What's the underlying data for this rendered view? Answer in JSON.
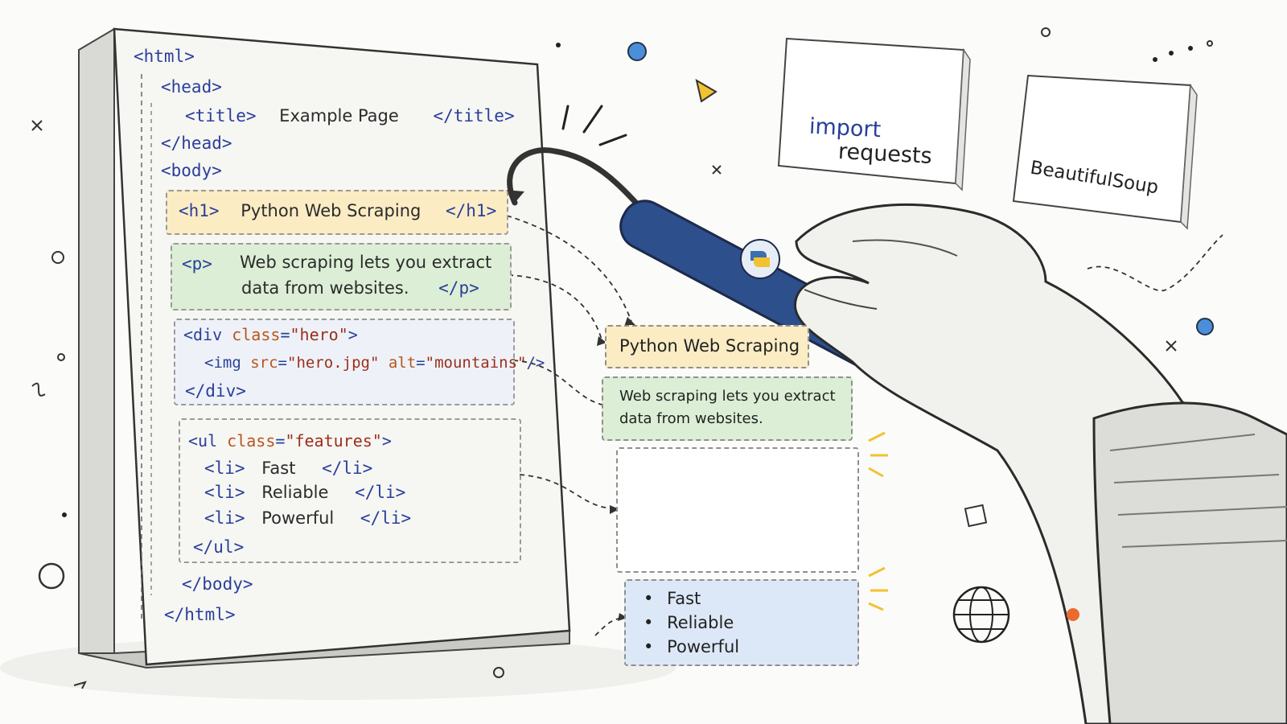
{
  "html_doc": {
    "html_open": "<html>",
    "head_open": "<head>",
    "title_open": "<title>",
    "title_text": "Example Page",
    "title_close": "</title>",
    "head_close": "</head>",
    "body_open": "<body>",
    "h1_open": "<h1>",
    "h1_text": "Python Web Scraping",
    "h1_close": "</h1>",
    "p_open": "<p>",
    "p_text_1": "Web scraping lets you extract",
    "p_text_2": "data from websites.",
    "p_close": "</p>",
    "div_open_tag": "<div",
    "div_attr": "class",
    "div_eq": "=",
    "div_val": "\"hero\"",
    "div_gt": ">",
    "img_tag": "<img",
    "img_src_attr": "src",
    "img_src_val": "\"hero.jpg\"",
    "img_alt_attr": "alt",
    "img_alt_val": "\"mountains\"",
    "img_end": "/>",
    "div_close": "</div>",
    "ul_open_tag": "<ul",
    "ul_attr": "class",
    "ul_val": "\"features\"",
    "ul_gt": ">",
    "li_open": "<li>",
    "li_close": "</li>",
    "li_items": [
      "Fast",
      "Reliable",
      "Powerful"
    ],
    "ul_close": "</ul>",
    "body_close": "</body>",
    "html_close": "</html>"
  },
  "extracted": {
    "heading": "Python Web Scraping",
    "paragraph_1": "Web scraping lets you extract",
    "paragraph_2": "data from websites.",
    "list_items": [
      "Fast",
      "Reliable",
      "Powerful"
    ]
  },
  "notes": {
    "requests_line1": "import",
    "requests_line2": "requests",
    "bs_label": "BeautifulSoup"
  },
  "colors": {
    "tag": "#2a3f9a",
    "attr": "#b8561c",
    "h1_bg": "#fbecc4",
    "p_bg": "#dcefd6",
    "div_bg": "#eef2f8",
    "list_bg": "#dce8f7",
    "python_blue": "#3a6fb0",
    "python_yellow": "#f2c230"
  }
}
